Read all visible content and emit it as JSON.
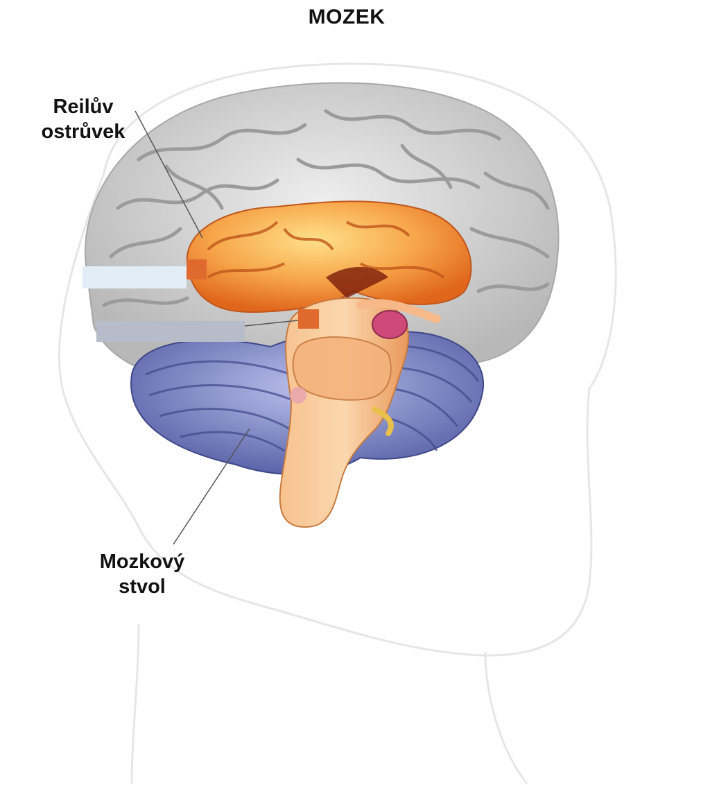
{
  "title": "MOZEK",
  "labels": {
    "insula": [
      "Reilův",
      "ostrůvek"
    ],
    "brainstem": [
      "Mozkový",
      "stvol"
    ]
  },
  "colors": {
    "cerebrum": "#d9d9d9",
    "diencephalon": "#f2a23a",
    "cerebellum": "#7e88c8",
    "brainstem": "#f4b583",
    "marker": "#e06a2e",
    "blank_light": "#e3edf5",
    "blank_dark": "#b6bcc9"
  }
}
